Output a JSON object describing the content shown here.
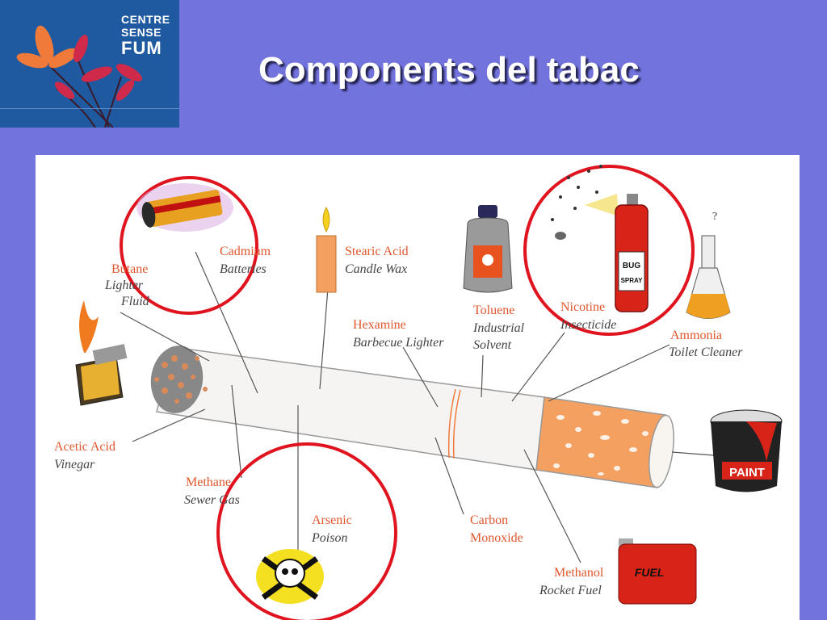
{
  "logo": {
    "line1": "CENTRE",
    "line2": "SENSE",
    "line3": "FUM"
  },
  "title": "Components del tabac",
  "labels": {
    "cadmium": {
      "name": "Cadmium",
      "use": "Batteries"
    },
    "stearic": {
      "name": "Stearic Acid",
      "use": "Candle Wax"
    },
    "butane": {
      "name": "Butane",
      "use1": "Lighter",
      "use2": "Fluid"
    },
    "toluene": {
      "name": "Toluene",
      "use1": "Industrial",
      "use2": "Solvent"
    },
    "nicotine": {
      "name": "Nicotine",
      "use": "Insecticide"
    },
    "hexamine": {
      "name": "Hexamine",
      "use": "Barbecue Lighter"
    },
    "ammonia": {
      "name": "Ammonia",
      "use": "Toilet Cleaner"
    },
    "acetic": {
      "name": "Acetic Acid",
      "use": "Vinegar"
    },
    "methane": {
      "name": "Methane",
      "use": "Sewer Gas"
    },
    "arsenic": {
      "name": "Arsenic",
      "use": "Poison"
    },
    "carbon": {
      "name": "Carbon",
      "use": "Monoxide"
    },
    "methanol": {
      "name": "Methanol",
      "use": "Rocket Fuel"
    }
  },
  "icon_text": {
    "bug": "BUG",
    "spray": "SPRAY",
    "paint": "PAINT",
    "fuel": "FUEL"
  },
  "colors": {
    "background": "#7373dd",
    "circle": "#e0141e",
    "label_name": "#e0572e",
    "filter": "#f4a061"
  }
}
